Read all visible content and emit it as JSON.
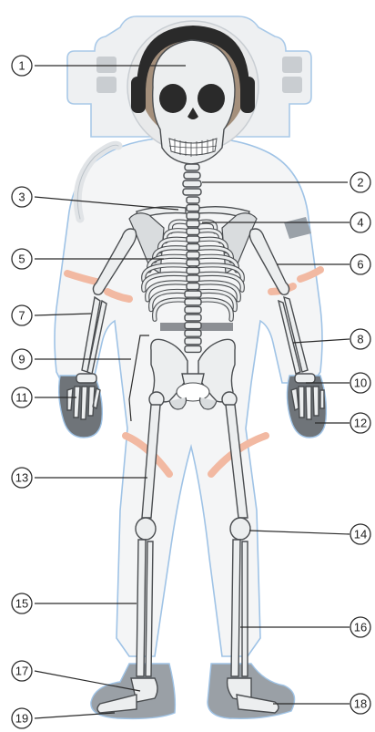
{
  "diagram": {
    "callouts": [
      {
        "number": "1"
      },
      {
        "number": "2"
      },
      {
        "number": "3"
      },
      {
        "number": "4"
      },
      {
        "number": "5"
      },
      {
        "number": "6"
      },
      {
        "number": "7"
      },
      {
        "number": "8"
      },
      {
        "number": "9"
      },
      {
        "number": "10"
      },
      {
        "number": "11"
      },
      {
        "number": "12"
      },
      {
        "number": "13"
      },
      {
        "number": "14"
      },
      {
        "number": "15"
      },
      {
        "number": "16"
      },
      {
        "number": "17"
      },
      {
        "number": "18"
      },
      {
        "number": "19"
      }
    ],
    "colors": {
      "suit_fill": "#f4f5f6",
      "suit_outline": "#9fc3e6",
      "helmet_ring": "#a48f7b",
      "visor_dark": "#2a2a2a",
      "suit_stripe": "#f2b9a2",
      "bone_fill": "#eceeef",
      "bone_outline": "#4a4d50"
    }
  }
}
